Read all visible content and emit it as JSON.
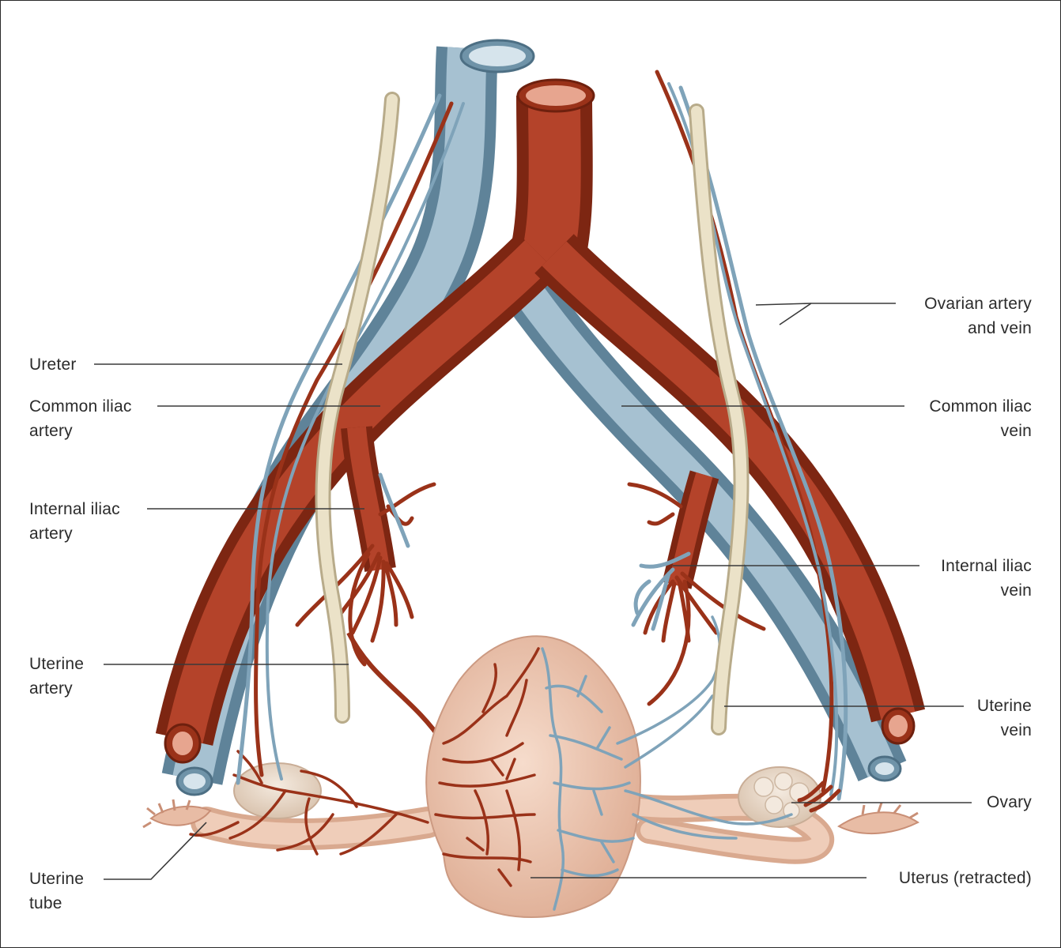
{
  "labels": {
    "ureter": [
      "Ureter"
    ],
    "common_iliac_artery": [
      "Common iliac",
      "artery"
    ],
    "internal_iliac_artery": [
      "Internal iliac",
      "artery"
    ],
    "uterine_artery": [
      "Uterine",
      "artery"
    ],
    "uterine_tube": [
      "Uterine",
      "tube"
    ],
    "ovarian_artery_vein": [
      "Ovarian artery",
      "and vein"
    ],
    "common_iliac_vein": [
      "Common iliac",
      "vein"
    ],
    "internal_iliac_vein": [
      "Internal iliac",
      "vein"
    ],
    "uterine_vein": [
      "Uterine",
      "vein"
    ],
    "ovary": [
      "Ovary"
    ],
    "uterus": [
      "Uterus (retracted)"
    ]
  },
  "colors": {
    "artery": "#a8381f",
    "artery_dark": "#7d2612",
    "artery_light": "#c8583a",
    "vein": "#8fb0c4",
    "vein_dark": "#5f8399",
    "vein_light": "#bcd2de",
    "ureter": "#e8dfc4",
    "tissue": "#efcdb9",
    "tissue_dark": "#d9a98f",
    "leader": "#3a3a3a"
  }
}
